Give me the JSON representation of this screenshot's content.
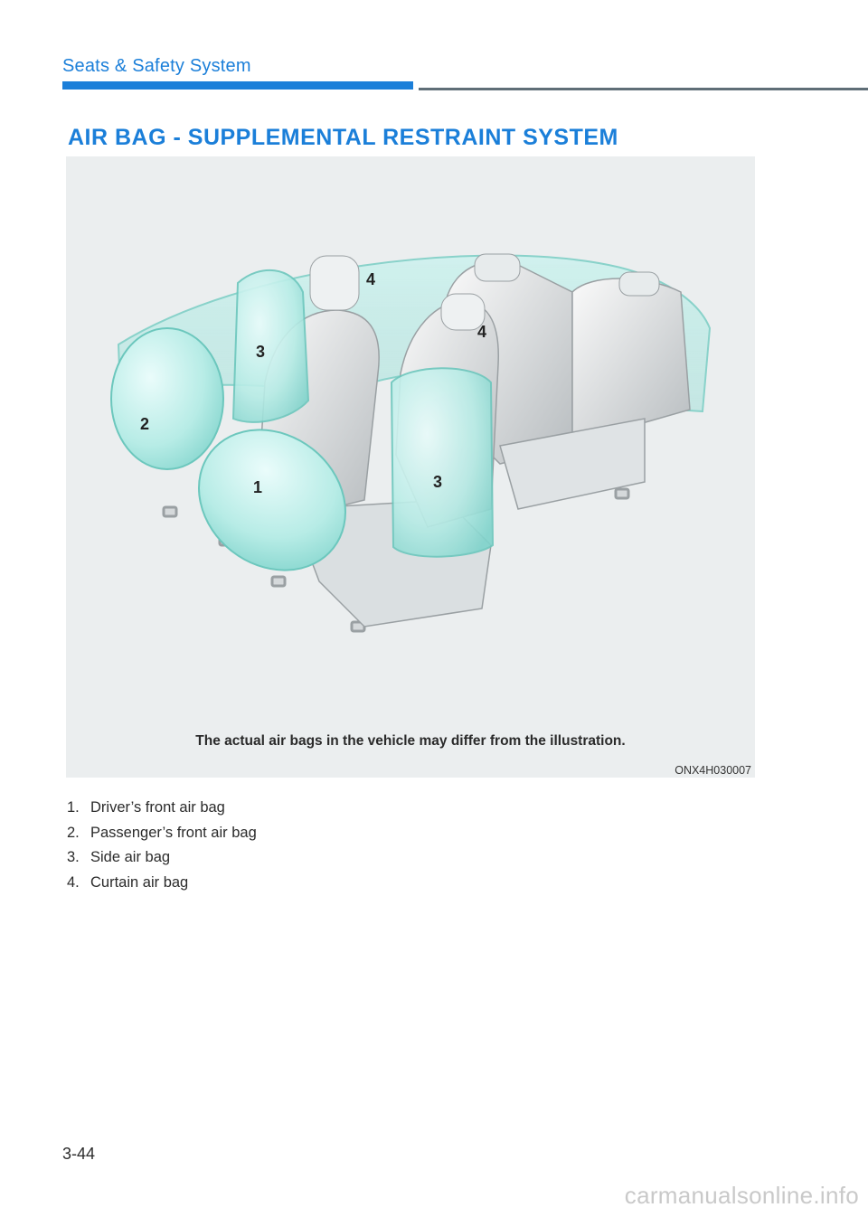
{
  "header": {
    "section_title": "Seats & Safety System",
    "accent_color": "#1b7fd9",
    "rule_color": "#5f6e77"
  },
  "heading": "AIR BAG - SUPPLEMENTAL RESTRAINT SYSTEM",
  "figure": {
    "description_icon": "airbag-illustration",
    "callouts": [
      "4",
      "4",
      "3",
      "3",
      "2",
      "1"
    ],
    "caption": "The actual air bags in the vehicle may differ from the illustration.",
    "code": "ONX4H030007"
  },
  "legend": [
    {
      "num": "1.",
      "label": "Driver’s front air bag"
    },
    {
      "num": "2.",
      "label": "Passenger’s front air bag"
    },
    {
      "num": "3.",
      "label": "Side air bag"
    },
    {
      "num": "4.",
      "label": "Curtain air bag"
    }
  ],
  "footer": {
    "page_number": "3-44",
    "watermark": "carmanualsonline.info"
  }
}
